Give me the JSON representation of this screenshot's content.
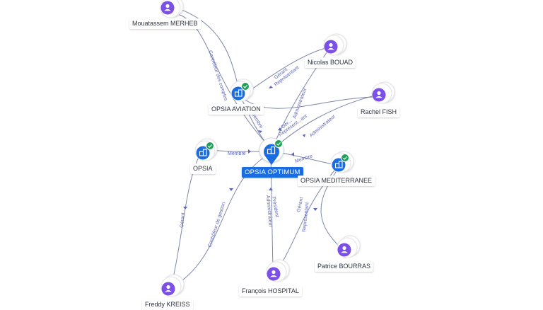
{
  "graph": {
    "main_label": "OPSIA OPTIMUM",
    "companies": {
      "aviation": "OPSIA AVIATION",
      "opsia": "OPSIA",
      "mediterranee": "OPSIA MEDITERRANEE"
    },
    "people": {
      "merheb": "Mouatassem MERHEB",
      "bouad": "Nicolas BOUAD",
      "fish": "Rachel FISH",
      "bourras": "Patrice BOURRAS",
      "hospital": "François HOSPITAL",
      "kreiss": "Freddy KREISS"
    },
    "edge_labels": {
      "e1": "Contrôleur des comptes",
      "e2": "Gérant",
      "e3": "Représentant",
      "e4": "Administrateur",
      "e5": "Gér...",
      "e6": "Représent...ant",
      "e7": "Administrateur",
      "e8": "Membre",
      "e9": "Membre",
      "e10": "Membre",
      "e11": "Gérant",
      "e12": "Contrôleur de gestion",
      "e13": "Président",
      "e14": "Administrateur",
      "e15": "Gérant",
      "e16": "Représentant"
    }
  },
  "colors": {
    "person_node": "#7b4fe8",
    "company_node": "#1a6de0",
    "check_badge": "#1ea05a",
    "edge": "#7e86a8",
    "edge_label": "#5d66b8"
  }
}
